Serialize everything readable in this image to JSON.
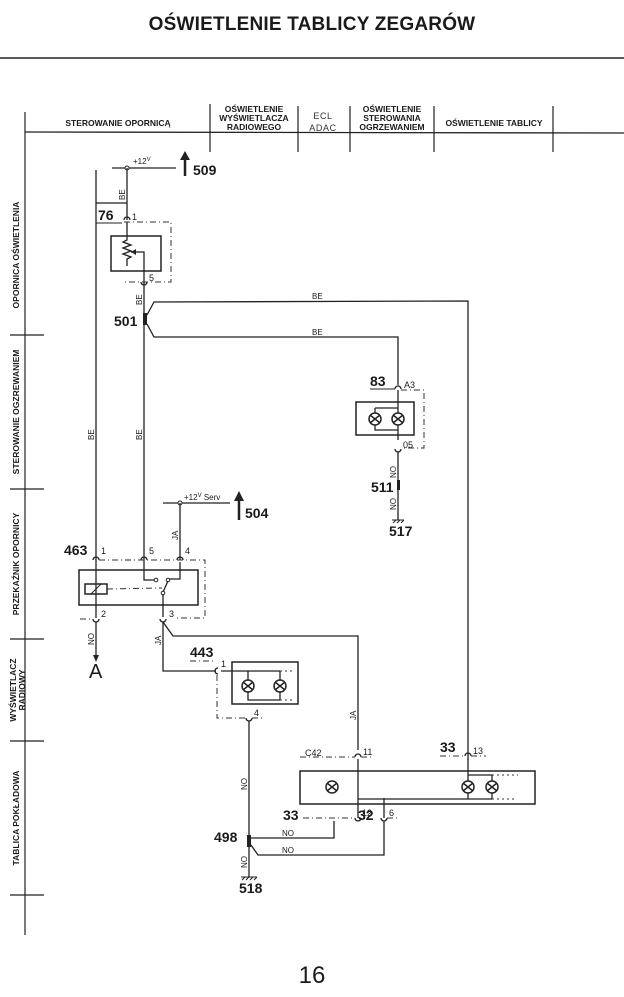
{
  "title": "OŚWIETLENIE TABLICY ZEGARÓW",
  "page_number": "16",
  "column_headers": [
    {
      "lines": [
        "STEROWANIE OPORNICĄ"
      ]
    },
    {
      "lines": [
        "OŚWIETLENIE",
        "WYŚWIETLACZA",
        "RADIOWEGO"
      ]
    },
    {
      "lines": [
        "ECL",
        "ADAC"
      ]
    },
    {
      "lines": [
        "OŚWIETLENIE",
        "STEROWANIA",
        "OGRZEWANIEM"
      ]
    },
    {
      "lines": [
        "OŚWIETLENIE TABLICY"
      ]
    }
  ],
  "row_headers": [
    {
      "lines": [
        "OPORNICA OŚWIETLENIA"
      ]
    },
    {
      "lines": [
        "STEROWANIE OGZREWANIEM"
      ]
    },
    {
      "lines": [
        "PRZEKAŹNIK OPORNICY"
      ]
    },
    {
      "lines": [
        "WYŚWIETLACZ",
        "RADIOWY"
      ]
    },
    {
      "lines": [
        "TABLICA POKŁADOWA"
      ]
    }
  ],
  "components": {
    "rheostat": {
      "id": "76",
      "pins": [
        "1",
        "5"
      ]
    },
    "splice_501": {
      "id": "501"
    },
    "heater_control_light": {
      "id": "83",
      "pins": [
        "A3",
        "05"
      ]
    },
    "splice_511": {
      "id": "511"
    },
    "ground_517": {
      "id": "517"
    },
    "relay": {
      "id": "463",
      "pins": [
        "1",
        "5",
        "4",
        "2",
        "3"
      ]
    },
    "radio_display": {
      "id": "443",
      "pins": [
        "1",
        "4"
      ]
    },
    "dashboard": {
      "id": "C42",
      "pins": [
        "11",
        "12",
        "6",
        "13"
      ],
      "connector_labels": [
        "33",
        "32",
        "33"
      ]
    },
    "splice_498": {
      "id": "498"
    },
    "ground_518": {
      "id": "518"
    }
  },
  "supplies": {
    "top": {
      "voltage": "+12",
      "unit": "V",
      "ref": "509"
    },
    "relay": {
      "voltage": "+12",
      "unit": "V",
      "suffix": "Serv",
      "ref": "504"
    }
  },
  "wire_colors": {
    "be": "BE",
    "ja": "JA",
    "no": "NO"
  },
  "output_ref": "A"
}
